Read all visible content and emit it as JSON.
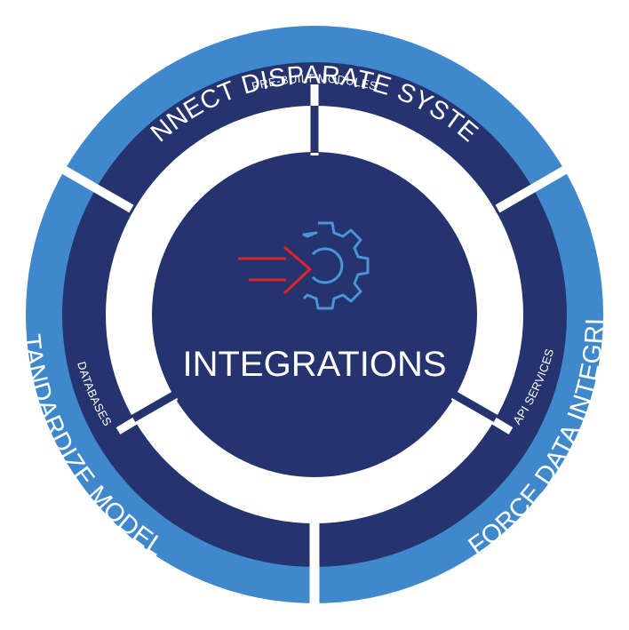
{
  "center": {
    "title": "INTEGRATIONS",
    "icon": "gear-with-arrows-icon"
  },
  "outer_ring": {
    "top": "CONNECT DISPARATE SYSTEMS",
    "right": "ENFORCE DATA INTEGRITY",
    "left": "STANDARDIZE MODELS"
  },
  "middle_ring": {
    "top": "PRE-BUILT MODULES",
    "right": "API SERVICES",
    "left": "DATABASES"
  },
  "colors": {
    "outer_ring": "#3f88cc",
    "middle_ring": "#25336e",
    "inner_ring": "#ffffff",
    "center": "#25336e",
    "gear": "#4a95da",
    "arrow": "#e0242a",
    "text_light": "#ffffff"
  }
}
